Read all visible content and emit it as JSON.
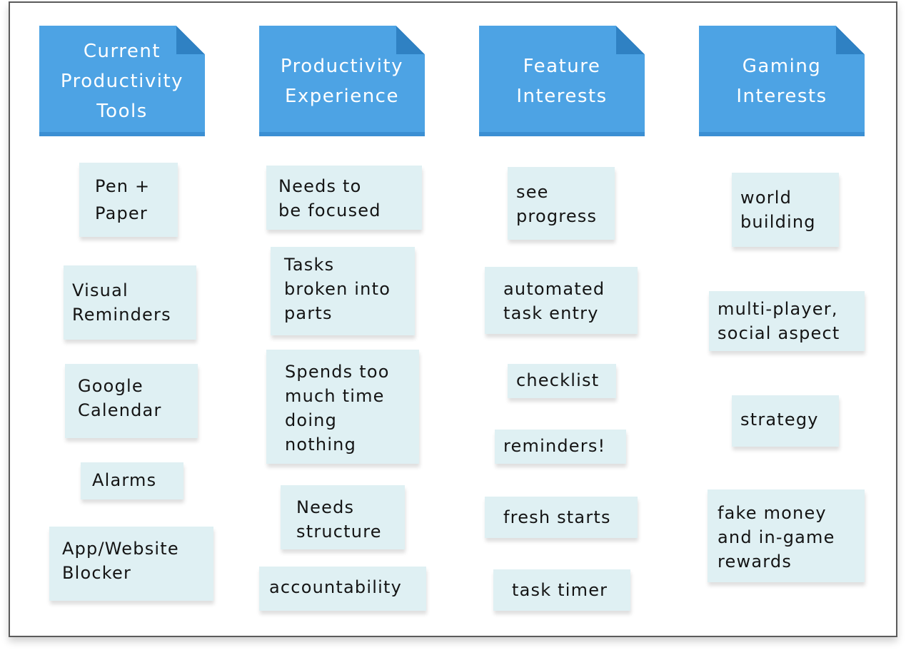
{
  "columns": [
    {
      "header": "Current\nProductivity\nTools",
      "notes": [
        "Pen +\nPaper",
        "Visual\nReminders",
        "Google\nCalendar",
        "Alarms",
        "App/Website\nBlocker"
      ]
    },
    {
      "header": "Productivity\nExperience",
      "notes": [
        "Needs to\nbe focused",
        "Tasks\nbroken into\nparts",
        "Spends too\nmuch time\ndoing\nnothing",
        "Needs\nstructure",
        "accountability"
      ]
    },
    {
      "header": "Feature\nInterests",
      "notes": [
        "see\nprogress",
        "automated\ntask entry",
        "checklist",
        "reminders!",
        "fresh starts",
        "task timer"
      ]
    },
    {
      "header": "Gaming\nInterests",
      "notes": [
        "world\nbuilding",
        "multi-player,\nsocial aspect",
        "strategy",
        "fake money\nand in-game\nrewards"
      ]
    }
  ],
  "colors": {
    "header": "#4da3e4",
    "header_fold": "#2f81c3",
    "note": "#dff0f3",
    "border": "#5b5b5b"
  }
}
